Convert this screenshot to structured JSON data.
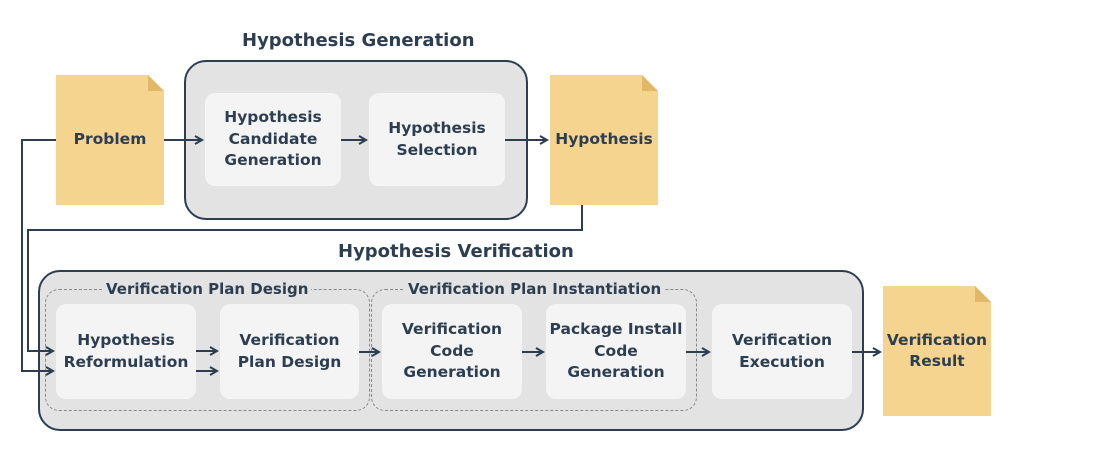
{
  "generation": {
    "title": "Hypothesis Generation",
    "step_candidate": "Hypothesis\nCandidate\nGeneration",
    "step_selection": "Hypothesis\nSelection"
  },
  "verification": {
    "title": "Hypothesis Verification",
    "group_plan_design": "Verification Plan Design",
    "group_instantiation": "Verification Plan Instantiation",
    "step_reformulation": "Hypothesis\nReformulation",
    "step_plan_design": "Verification\nPlan Design",
    "step_code_generation": "Verification\nCode\nGeneration",
    "step_package_install": "Package Install\nCode\nGeneration",
    "step_execution": "Verification\nExecution"
  },
  "documents": {
    "problem": "Problem",
    "hypothesis": "Hypothesis",
    "result": "Verification\nResult"
  },
  "colors": {
    "document_fill": "#f5d48f",
    "panel_fill": "#e3e3e4",
    "box_fill": "#f4f4f5",
    "line": "#2c3e50"
  }
}
